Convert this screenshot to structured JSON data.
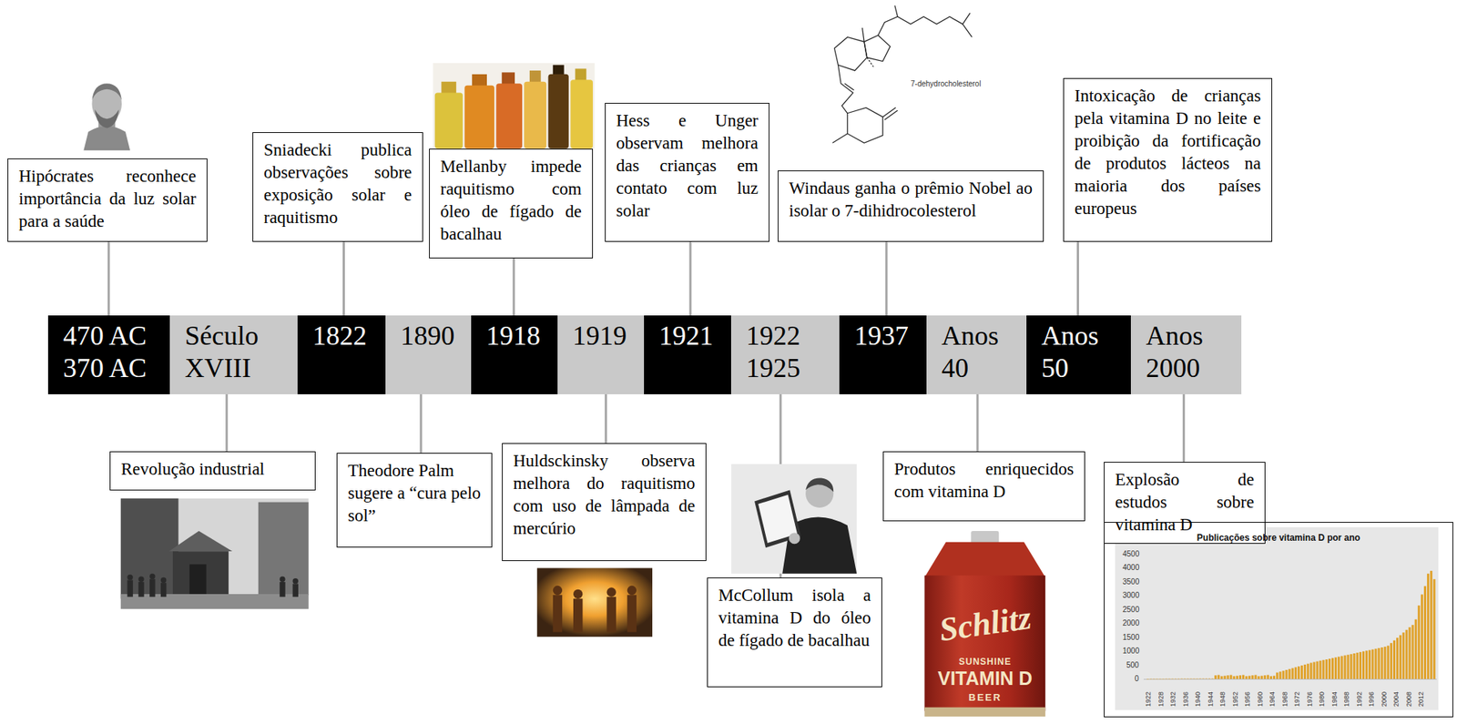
{
  "diagram": {
    "nodes": [
      {
        "text": [
          "Hipócrates reconhece importância da luz solar para a saúde"
        ]
      },
      {
        "text": [
          "Sniadecki publica observações sobre exposição solar e raquitismo"
        ]
      },
      {
        "text": [
          "Mellanby impede raquitismo com óleo de fígado de bacalhau"
        ]
      },
      {
        "text": [
          "Hess e Unger observam melhora das crianças em contato com luz solar"
        ]
      },
      {
        "text": [
          "Windaus ganha o prêmio Nobel ao isolar o 7-dihidrocolesterol"
        ]
      },
      {
        "text": [
          "Intoxicação de crianças pela vitamina D no leite e proibição da fortificação de produtos lácteos na maioria dos países europeus"
        ]
      },
      {
        "text": [
          "470 AC 370 AC"
        ]
      },
      {
        "text": [
          "Século XVIII"
        ]
      },
      {
        "text": [
          "1822"
        ]
      },
      {
        "text": [
          "1890"
        ]
      },
      {
        "text": [
          "1918"
        ]
      },
      {
        "text": [
          "1919"
        ]
      },
      {
        "text": [
          "1921"
        ]
      },
      {
        "text": [
          "1922 1925"
        ]
      },
      {
        "text": [
          "1937"
        ]
      },
      {
        "text": [
          "Anos 40"
        ]
      },
      {
        "text": [
          "Anos 50"
        ]
      },
      {
        "text": [
          "Anos 2000"
        ]
      },
      {
        "text": [
          "Revolução industrial"
        ]
      },
      {
        "text": [
          "Theodore Palm sugere a “cura pelo sol”"
        ]
      },
      {
        "text": [
          "Huldsckinsky observa melhora do raquitismo com uso de lâmpada de mercúrio"
        ]
      },
      {
        "text": [
          "McCollum isola a vitamina D do óleo de fígado de bacalhau"
        ]
      },
      {
        "text": [
          "Produtos enriquecidos com vitamina D"
        ]
      },
      {
        "text": [
          "Explosão de estudos sobre vitamina D"
        ]
      },
      {
        "text": [
          "Publicações sobre vitamina D por ano"
        ]
      }
    ],
    "edges": [
      {
        "from": 0,
        "to": 6,
        "arrow": "none"
      },
      {
        "from": 1,
        "to": 8,
        "arrow": "none"
      },
      {
        "from": 2,
        "to": 10,
        "arrow": "none"
      },
      {
        "from": 3,
        "to": 12,
        "arrow": "none"
      },
      {
        "from": 4,
        "to": 14,
        "arrow": "none"
      },
      {
        "from": 5,
        "to": 16,
        "arrow": "none"
      },
      {
        "from": 18,
        "to": 7,
        "arrow": "none"
      },
      {
        "from": 19,
        "to": 9,
        "arrow": "none"
      },
      {
        "from": 20,
        "to": 11,
        "arrow": "none"
      },
      {
        "from": 21,
        "to": 13,
        "arrow": "none"
      },
      {
        "from": 22,
        "to": 15,
        "arrow": "none"
      },
      {
        "from": 23,
        "to": 17,
        "arrow": "none"
      }
    ],
    "labels": [
      "7-dehydrocholesterol",
      "Schlitz",
      "SUNSHINE",
      "VITAMIN D",
      "BEER",
      "4500",
      "4000",
      "3500",
      "3000",
      "2500",
      "2000",
      "1500",
      "1000",
      "500",
      "0",
      "1922",
      "1928",
      "1932",
      "1936",
      "1940",
      "1944",
      "1948",
      "1952",
      "1956",
      "1960",
      "1964",
      "1968",
      "1972",
      "1976",
      "1980",
      "1984",
      "1988",
      "1992",
      "1996",
      "2000",
      "2004",
      "2008",
      "2012"
    ]
  }
}
